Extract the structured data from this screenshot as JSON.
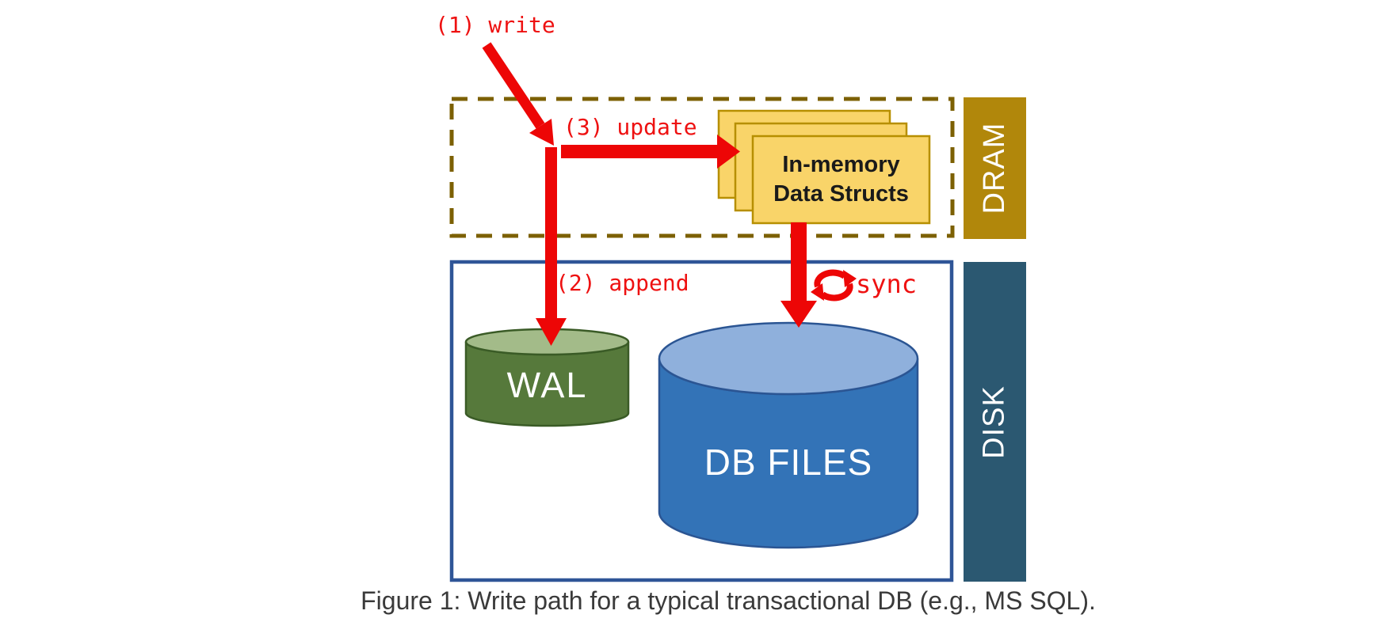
{
  "diagram": {
    "labels": {
      "write": "(1) write",
      "append": "(2) append",
      "update": "(3) update",
      "sync": "sync"
    },
    "memory_box": {
      "line1": "In-memory",
      "line2": "Data Structs"
    },
    "wal": "WAL",
    "db_files": "DB FILES",
    "bands": {
      "dram": "DRAM",
      "disk": "DISK"
    },
    "caption": "Figure 1: Write path for a typical transactional DB (e.g., MS SQL)."
  },
  "colors": {
    "arrow_red": "#ED0606",
    "label_red": "#EE1111",
    "dashed_border": "#7C6003",
    "disk_box_border": "#2F5597",
    "dram_band": "#B1870B",
    "disk_band": "#2B5871",
    "memory_fill": "#F9D469",
    "memory_border": "#B78F00",
    "memory_text": "#1A1A1A",
    "wal_body": "#56793B",
    "wal_top": "#A3BB89",
    "wal_border": "#3A5B26",
    "db_body": "#3373B7",
    "db_top": "#8FB0DC",
    "db_border": "#2B5593",
    "caption_text": "#3A3A3A"
  }
}
